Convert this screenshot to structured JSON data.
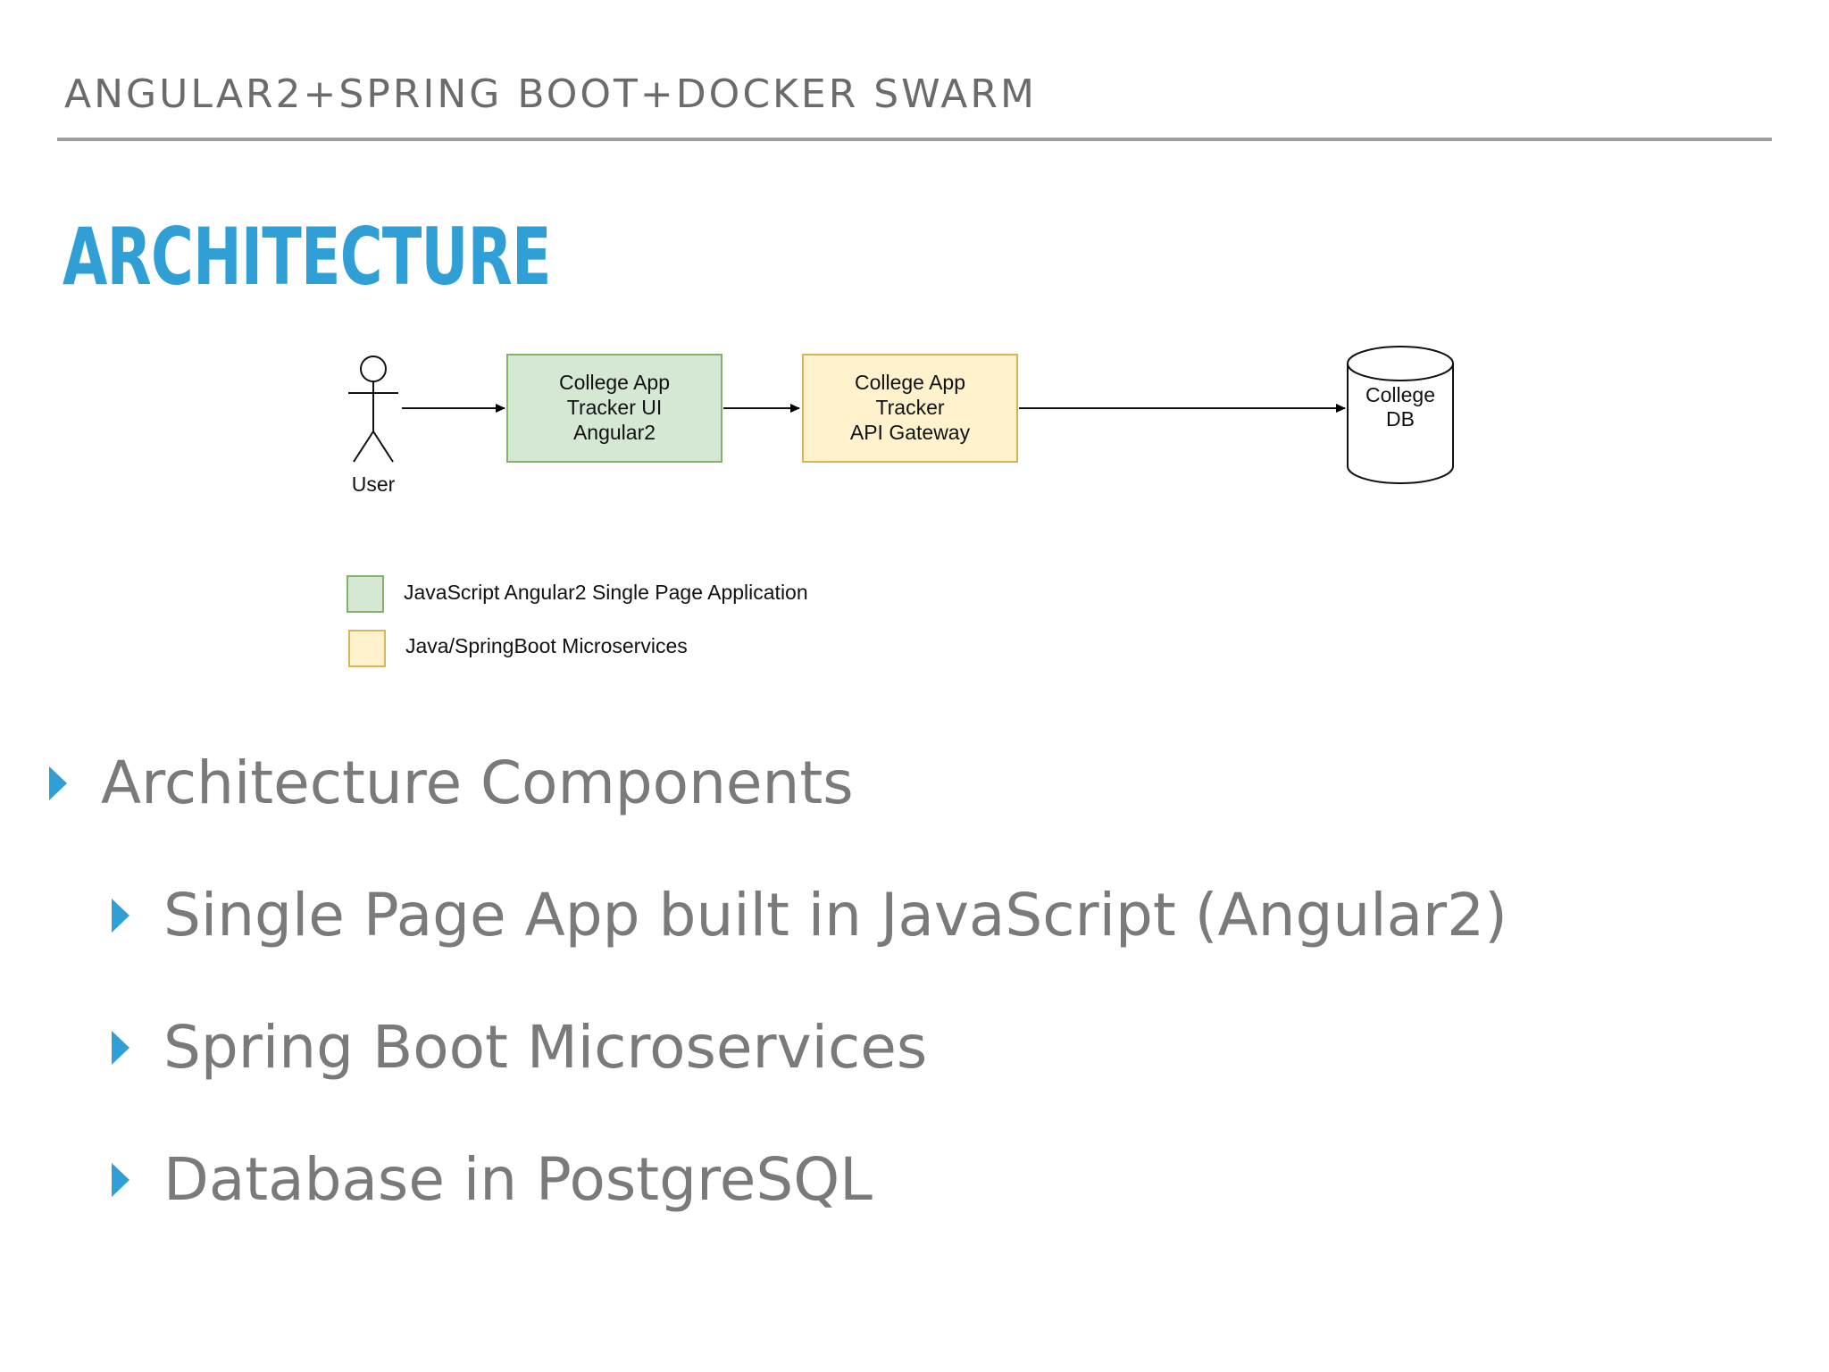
{
  "header": {
    "title": "ANGULAR2+SPRING BOOT+DOCKER SWARM"
  },
  "slide": {
    "heading": "ARCHITECTURE"
  },
  "diagram": {
    "actor_label": "User",
    "ui_box": [
      "College App",
      "Tracker UI",
      "Angular2"
    ],
    "gateway_box": [
      "College App",
      "Tracker",
      "API Gateway"
    ],
    "db": [
      "College",
      "DB"
    ],
    "legend": [
      {
        "label": "JavaScript Angular2 Single Page Application",
        "color": "#d5e8d4"
      },
      {
        "label": "Java/SpringBoot Microservices",
        "color": "#fff2cc"
      }
    ],
    "colors": {
      "ui_fill": "#d5e8d4",
      "ui_stroke": "#82b366",
      "gateway_fill": "#fff2cc",
      "gateway_stroke": "#d6b656"
    }
  },
  "bullets": {
    "main": "Architecture Components",
    "sub": [
      "Single Page App built in JavaScript (Angular2)",
      "Spring Boot Microservices",
      "Database in PostgreSQL"
    ]
  },
  "colors": {
    "accent": "#2f9fd5",
    "header_text": "#6b6b6b",
    "body_text": "#7a7a7a",
    "rule": "#9e9e9e"
  }
}
